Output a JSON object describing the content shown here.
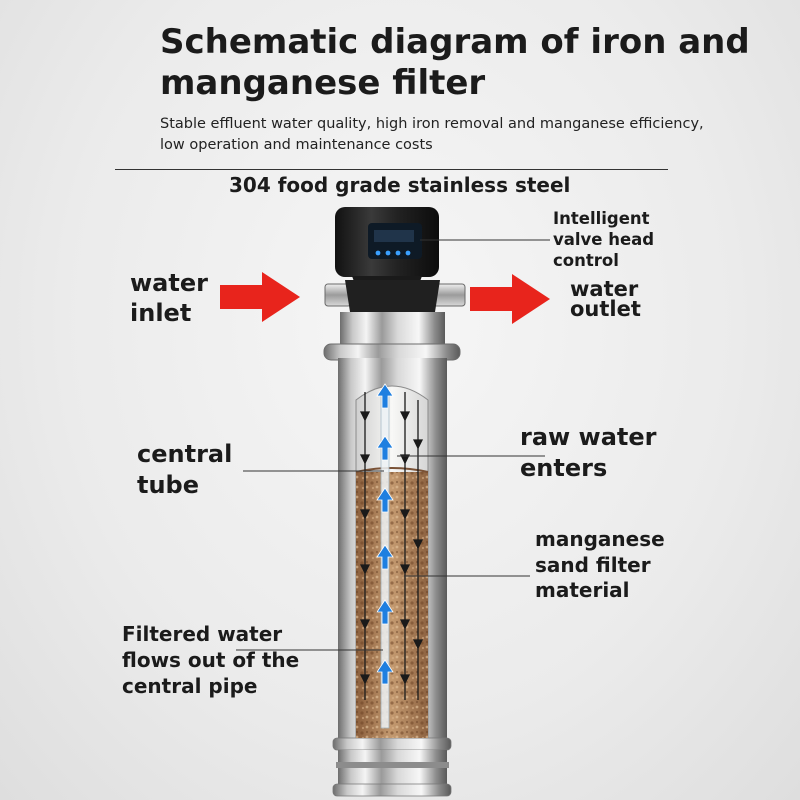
{
  "header": {
    "title": "Schematic diagram of iron and manganese filter",
    "subtitle": "Stable effluent water quality, high iron removal and manganese efficiency, low operation and maintenance costs"
  },
  "material_label": "304 food grade stainless steel",
  "labels": {
    "valve": "Intelligent valve head control",
    "inlet": "water inlet",
    "outlet": "water outlet",
    "central_tube": "central tube",
    "raw_water": "raw water enters",
    "media": "manganese sand filter material",
    "filtered": "Filtered water flows out of the central pipe"
  },
  "colors": {
    "arrow_red": "#e8241c",
    "flow_blue": "#1e7fe0",
    "media_brown": "#b8895e",
    "steel": "#c8c8c8",
    "valve_black": "#1d1d1d"
  }
}
